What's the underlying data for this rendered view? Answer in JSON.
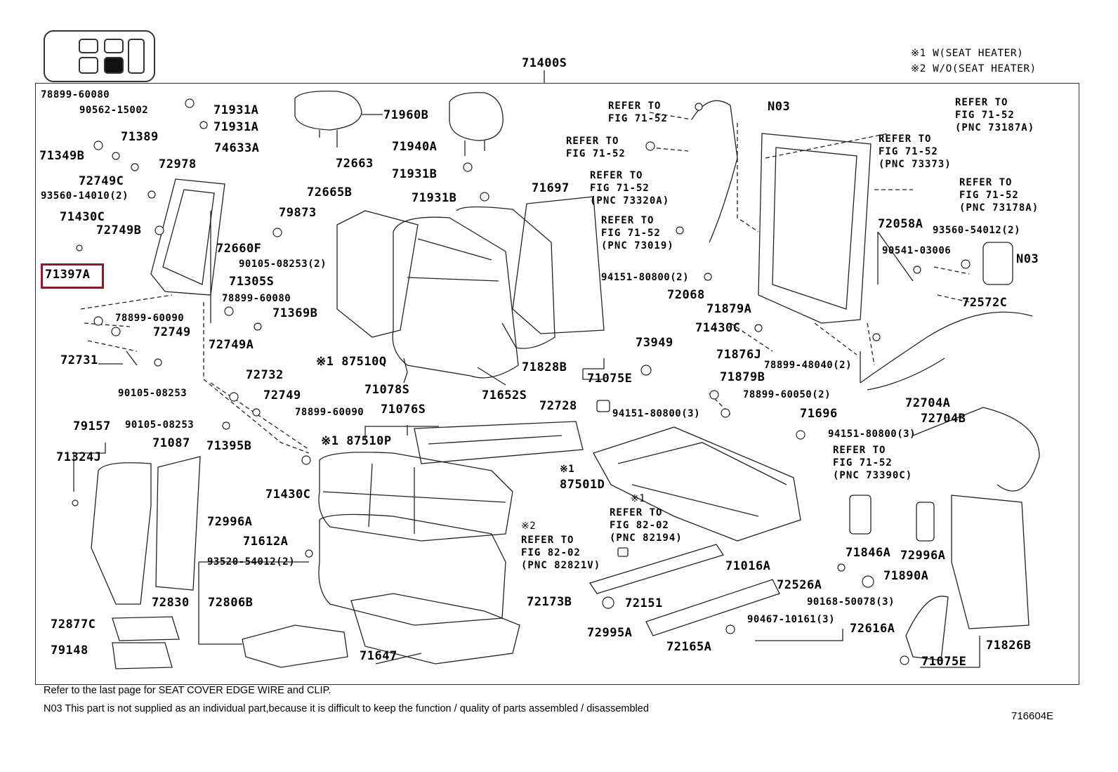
{
  "header": {
    "title": "71400S",
    "notes": [
      "※1 W(SEAT HEATER)",
      "※2 W/O(SEAT HEATER)"
    ],
    "diagram_id": "716604E"
  },
  "highlight_color": "#8b1a2e",
  "seat_position_icon": "seat-row-position-icon",
  "parts": {
    "p78899_60080_top": "78899-60080",
    "p90562": "90562-15002",
    "p71389": "71389",
    "p71349B": "71349B",
    "p72749C": "72749C",
    "p93560_14010": "93560-14010(2)",
    "p71430C_a": "71430C",
    "p72749B": "72749B",
    "p71397A": "71397A",
    "p71931A_1": "71931A",
    "p71931A_2": "71931A",
    "p74633A": "74633A",
    "p72978": "72978",
    "p72663": "72663",
    "p72665B": "72665B",
    "p79873": "79873",
    "p72660F": "72660F",
    "p90105_08253_2": "90105-08253(2)",
    "p71305S": "71305S",
    "p78899_60080_b": "78899-60080",
    "p71369B": "71369B",
    "p78899_60090_a": "78899-60090",
    "p72749_a": "72749",
    "p72749A": "72749A",
    "p72731": "72731",
    "p90105_08253_a": "90105-08253",
    "p72732": "72732",
    "p72749_b": "72749",
    "p78899_60090_b": "78899-60090",
    "p90105_08253_b": "90105-08253",
    "p71395B": "71395B",
    "p71430C_b": "71430C",
    "p79157": "79157",
    "p71087": "71087",
    "p71324J": "71324J",
    "p72996A_a": "72996A",
    "p72830": "72830",
    "p72806B": "72806B",
    "p93520_54012": "93520-54012(2)",
    "p72877C": "72877C",
    "p79148": "79148",
    "p71960B": "71960B",
    "p71940A": "71940A",
    "p71931B_1": "71931B",
    "p71931B_2": "71931B",
    "p71697": "71697",
    "p87510Q": "※1 87510Q",
    "p71078S": "71078S",
    "p71652S": "71652S",
    "p71076S": "71076S",
    "p87510P": "※1 87510P",
    "p87501D": "87501D",
    "p87501D_mark": "※1",
    "p71612A": "71612A",
    "p71647": "71647",
    "p72173B": "72173B",
    "p72151": "72151",
    "p72995A": "72995A",
    "p72165A": "72165A",
    "p90467": "90467-10161(3)",
    "p72616A": "72616A",
    "p71016A": "71016A",
    "p72526A": "72526A",
    "p90168": "90168-50078(3)",
    "p71846A": "71846A",
    "p72996A_b": "72996A",
    "p71890A": "71890A",
    "p71826B": "71826B",
    "p71075E_b": "71075E",
    "p72728": "72728",
    "p94151_80800_3a": "94151-80800(3)",
    "p71696": "71696",
    "p94151_80800_3b": "94151-80800(3)",
    "p71828B": "71828B",
    "p71075E_a": "71075E",
    "p73949": "73949",
    "p71879B": "71879B",
    "p78899_60050": "78899-60050(2)",
    "p94151_80800_2": "94151-80800(2)",
    "p72068": "72068",
    "p71879A": "71879A",
    "p71430C_c": "71430C",
    "p71876J": "71876J",
    "p78899_48040": "78899-48040(2)",
    "pN03_a": "N03",
    "pN03_b": "N03",
    "p72058A": "72058A",
    "p93560_54012": "93560-54012(2)",
    "p90541": "90541-03006",
    "p72572C": "72572C",
    "p72704A": "72704A",
    "p72704B": "72704B"
  },
  "refs": {
    "r1": [
      "REFER TO",
      "FIG 71-52"
    ],
    "r2": [
      "REFER TO",
      "FIG 71-52"
    ],
    "r3": [
      "REFER TO",
      "FIG 71-52",
      "(PNC 73320A)"
    ],
    "r4": [
      "REFER TO",
      "FIG 71-52",
      "(PNC 73019)"
    ],
    "r5": [
      "REFER TO",
      "FIG 71-52",
      "(PNC 73187A)"
    ],
    "r6": [
      "REFER TO",
      "FIG 71-52",
      "(PNC 73373)"
    ],
    "r7": [
      "REFER TO",
      "FIG 71-52",
      "(PNC 73178A)"
    ],
    "r8": [
      "REFER TO",
      "FIG 71-52",
      "(PNC 73390C)"
    ],
    "r9": [
      "REFER TO",
      "FIG 82-02",
      "(PNC 82194)"
    ],
    "r10": [
      "REFER TO",
      "FIG 82-02",
      "(PNC 82821V)"
    ]
  },
  "ref_marks": {
    "r9": "※1",
    "r10": "※2"
  },
  "footer": {
    "line1": "Refer to the last page for SEAT COVER EDGE WIRE and CLIP.",
    "line2": "N03 This part is not supplied as an individual part,because it is difficult to keep the function / quality of parts assembled / disassembled"
  }
}
